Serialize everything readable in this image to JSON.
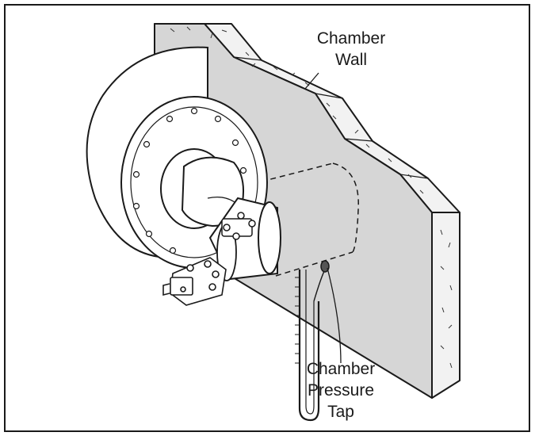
{
  "labels": {
    "chamber_wall": {
      "line1": "Chamber",
      "line2": "Wall"
    },
    "pressure_tap": {
      "line1": "Chamber",
      "line2": "Pressure",
      "line3": "Tap"
    }
  },
  "colors": {
    "wall_face": "#d6d6d6",
    "wall_edge": "#f0f0f0",
    "outline": "#1a1a1a",
    "burner_fill": "#ffffff"
  }
}
